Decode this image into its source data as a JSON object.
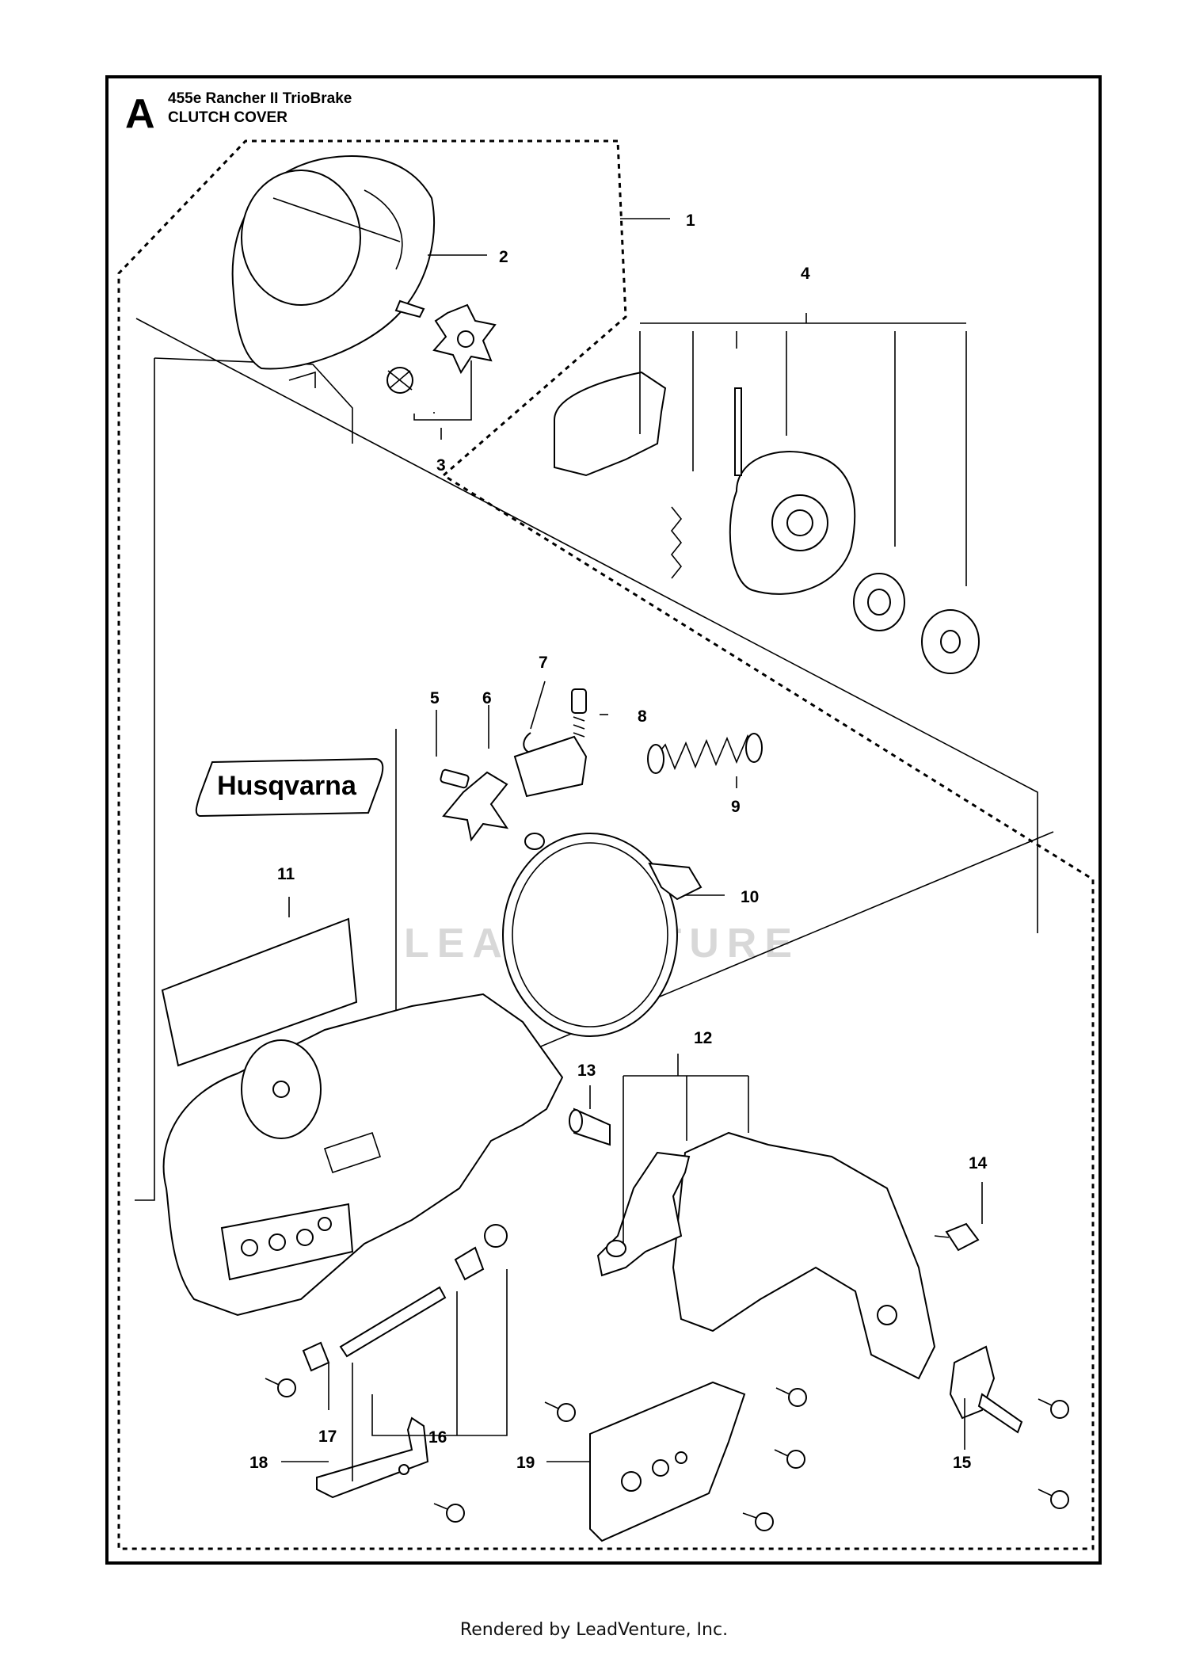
{
  "page": {
    "section_letter": "A",
    "model": "455e Rancher II TrioBrake",
    "section_title": "CLUTCH COVER",
    "watermark": "LEADVENTURE",
    "footer": "Rendered by LeadVenture, Inc."
  },
  "logo_decal_text": "Husqvarna",
  "callouts": [
    "1",
    "2",
    "3",
    "4",
    "5",
    "6",
    "7",
    "8",
    "9",
    "10",
    "11",
    "12",
    "13",
    "14",
    "15",
    "16",
    "17",
    "18",
    "19"
  ]
}
